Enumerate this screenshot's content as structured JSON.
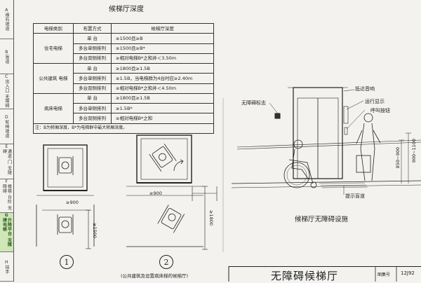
{
  "sidebar": {
    "items": [
      {
        "letter": "A",
        "label": "缘石坡道"
      },
      {
        "letter": "B",
        "label": "盲道"
      },
      {
        "letter": "C",
        "label": "出入口 无障碍"
      },
      {
        "letter": "D",
        "label": "轮椅坡道"
      },
      {
        "letter": "E",
        "label": "通道·门 无障碍"
      },
      {
        "letter": "F",
        "label": "楼梯·台阶 无障碍"
      },
      {
        "letter": "G",
        "label": "升降平台 无障碍电梯"
      },
      {
        "letter": "H",
        "label": "扶手"
      }
    ],
    "active_index": 6
  },
  "table": {
    "title": "候梯厅深度",
    "headers": [
      "电梯类别",
      "布置方式",
      "候梯厅深度"
    ],
    "groups": [
      {
        "category": "住宅电梯",
        "rows": [
          {
            "layout": "单  台",
            "depth": "≥1500且≥B"
          },
          {
            "layout": "多台单侧排列",
            "depth": "≥1500且≥B*"
          },
          {
            "layout": "多台双侧排列",
            "depth": "≥相对电梯B*之和并＜3.50m"
          }
        ]
      },
      {
        "category": "公共建筑 电梯",
        "rows": [
          {
            "layout": "单  台",
            "depth": "≥1800且≥1.5B"
          },
          {
            "layout": "多台单侧排列",
            "depth": "≥1.5B，当电梯群为4台时应≥2.40m"
          },
          {
            "layout": "多台双侧排列",
            "depth": "≥相对电梯B*之和并＜4.50m"
          }
        ]
      },
      {
        "category": "病床电梯",
        "rows": [
          {
            "layout": "单  台",
            "depth": "≥1800且≥1.5B"
          },
          {
            "layout": "多台单侧排列",
            "depth": "≥1.5B*"
          },
          {
            "layout": "多台双侧排列",
            "depth": "≥相对电梯B*之和"
          }
        ]
      }
    ],
    "note": "注：B为轿厢深度，B*为电梯群中最大轿厢深度。"
  },
  "plans": {
    "dim_900_a": "≥900",
    "dim_1500": "≥1500",
    "dim_900_b": "≥900",
    "dim_1800": "≥1800",
    "label_1": "1",
    "label_2": "2",
    "caption": "(公共建筑及设置病床梯的候梯厅)"
  },
  "elevation": {
    "label_sign": "无障碍标志",
    "label_call": "抵达音响",
    "label_display": "运行显示",
    "label_button": "呼叫按钮",
    "label_tactile": "提示盲道",
    "dim_low": "850~900",
    "dim_high": "900~1100",
    "caption": "候梯厅无障碍设施"
  },
  "title_block": {
    "title": "无障碍候梯厅",
    "drawing_no_label": "图集号",
    "drawing_no": "12J92"
  }
}
